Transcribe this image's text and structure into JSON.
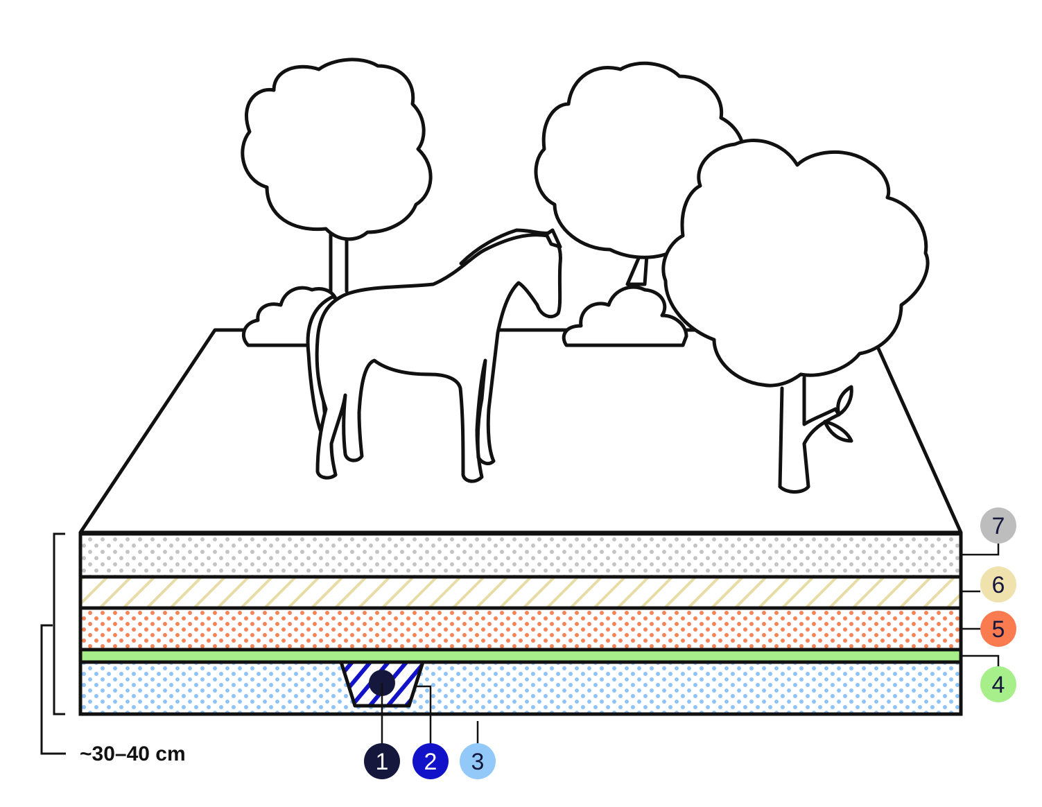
{
  "dimension_label": "~30–40 cm",
  "callouts": [
    {
      "number": "1",
      "color": "#15173d",
      "text_color": "#ffffff"
    },
    {
      "number": "2",
      "color": "#1212c8",
      "text_color": "#ffffff"
    },
    {
      "number": "3",
      "color": "#93c9f9",
      "text_color": "#15173d"
    },
    {
      "number": "4",
      "color": "#a7ef8a",
      "text_color": "#15173d"
    },
    {
      "number": "5",
      "color": "#fb7b51",
      "text_color": "#15173d"
    },
    {
      "number": "6",
      "color": "#efe2ad",
      "text_color": "#15173d"
    },
    {
      "number": "7",
      "color": "#bdbdbd",
      "text_color": "#15173d"
    }
  ],
  "layer_colors": {
    "gravel_dots": "#c4c4c4",
    "sand_hatch": "#e8dca6",
    "orange_dots": "#f5845a",
    "geotextile": "#a7ef8a",
    "blue_dots": "#8fc4f7",
    "drain_hatch": "#1212c8",
    "pipe": "#15173d",
    "outline": "#111111"
  }
}
